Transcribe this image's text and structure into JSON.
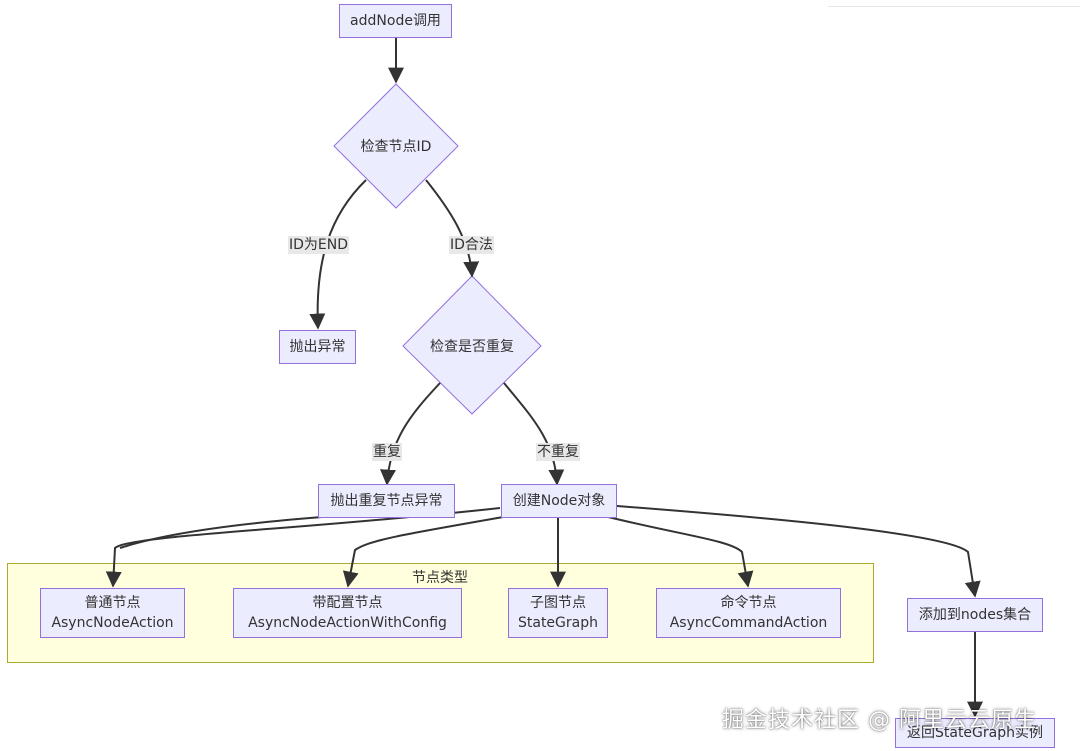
{
  "nodes": {
    "add_node": "addNode调用",
    "check_id": "检查节点ID",
    "throw_error": "抛出异常",
    "check_dup": "检查是否重复",
    "throw_dup": "抛出重复节点异常",
    "create_node": "创建Node对象",
    "add_to_nodes": "添加到nodes集合",
    "return_graph": "返回StateGraph实例"
  },
  "edges": {
    "id_end": "ID为END",
    "id_valid": "ID合法",
    "dup": "重复",
    "not_dup": "不重复"
  },
  "cluster": {
    "title": "节点类型",
    "types": [
      {
        "line1": "普通节点",
        "line2": "AsyncNodeAction"
      },
      {
        "line1": "带配置节点",
        "line2": "AsyncNodeActionWithConfig"
      },
      {
        "line1": "子图节点",
        "line2": "StateGraph"
      },
      {
        "line1": "命令节点",
        "line2": "AsyncCommandAction"
      }
    ]
  },
  "watermark": "掘金技术社区 @ 阿里云云原生",
  "colors": {
    "node_fill": "#ECECFF",
    "node_stroke": "#9370DB",
    "cluster_fill": "#ffffde",
    "cluster_stroke": "#aaaa33",
    "edge": "#333333",
    "edge_label_bg": "#e8e8e8"
  }
}
